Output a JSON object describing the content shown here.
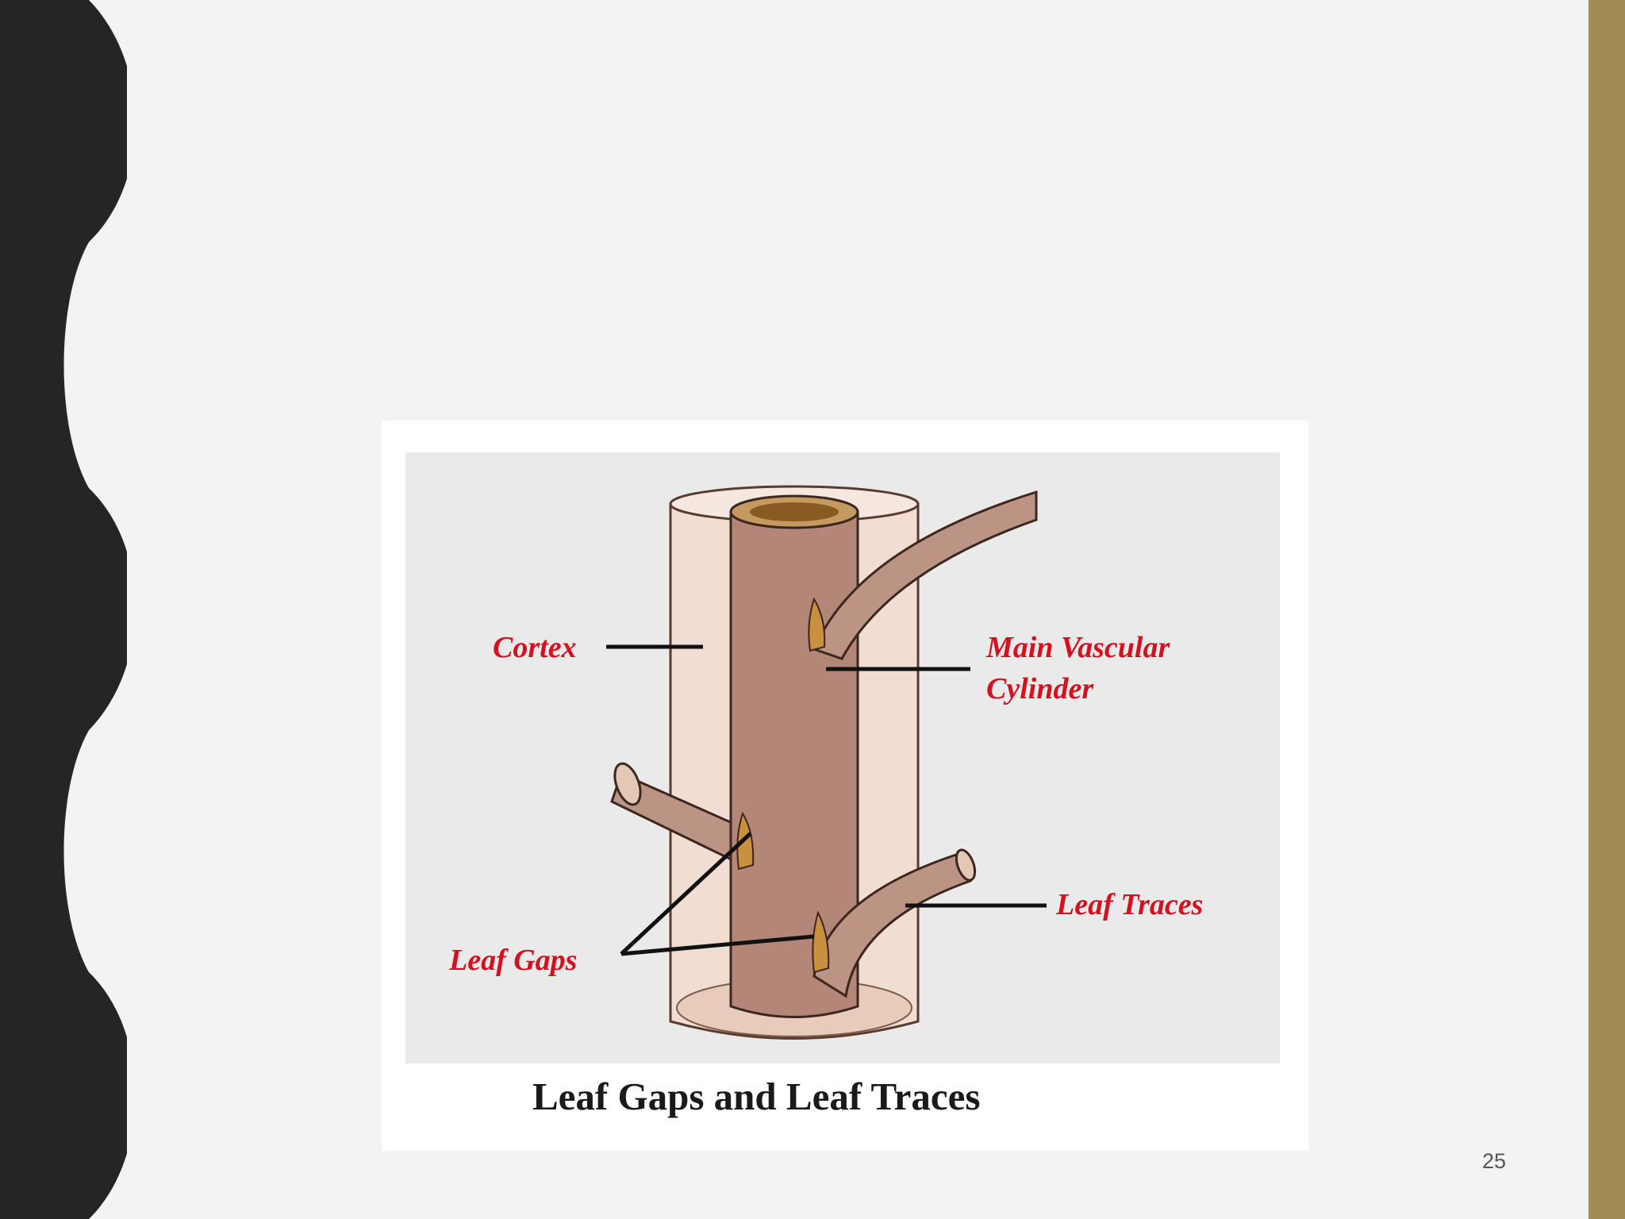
{
  "slide": {
    "page_number": "25",
    "colors": {
      "background": "#f3f3f3",
      "left_band": "#252525",
      "right_band": "#a08b53",
      "label_red": "#d6101f"
    }
  },
  "figure": {
    "caption": "Leaf Gaps and Leaf Traces",
    "labels": {
      "cortex": "Cortex",
      "main_vascular_line1": "Main Vascular",
      "main_vascular_line2": "Cylinder",
      "leaf_traces": "Leaf Traces",
      "leaf_gaps": "Leaf Gaps"
    }
  }
}
